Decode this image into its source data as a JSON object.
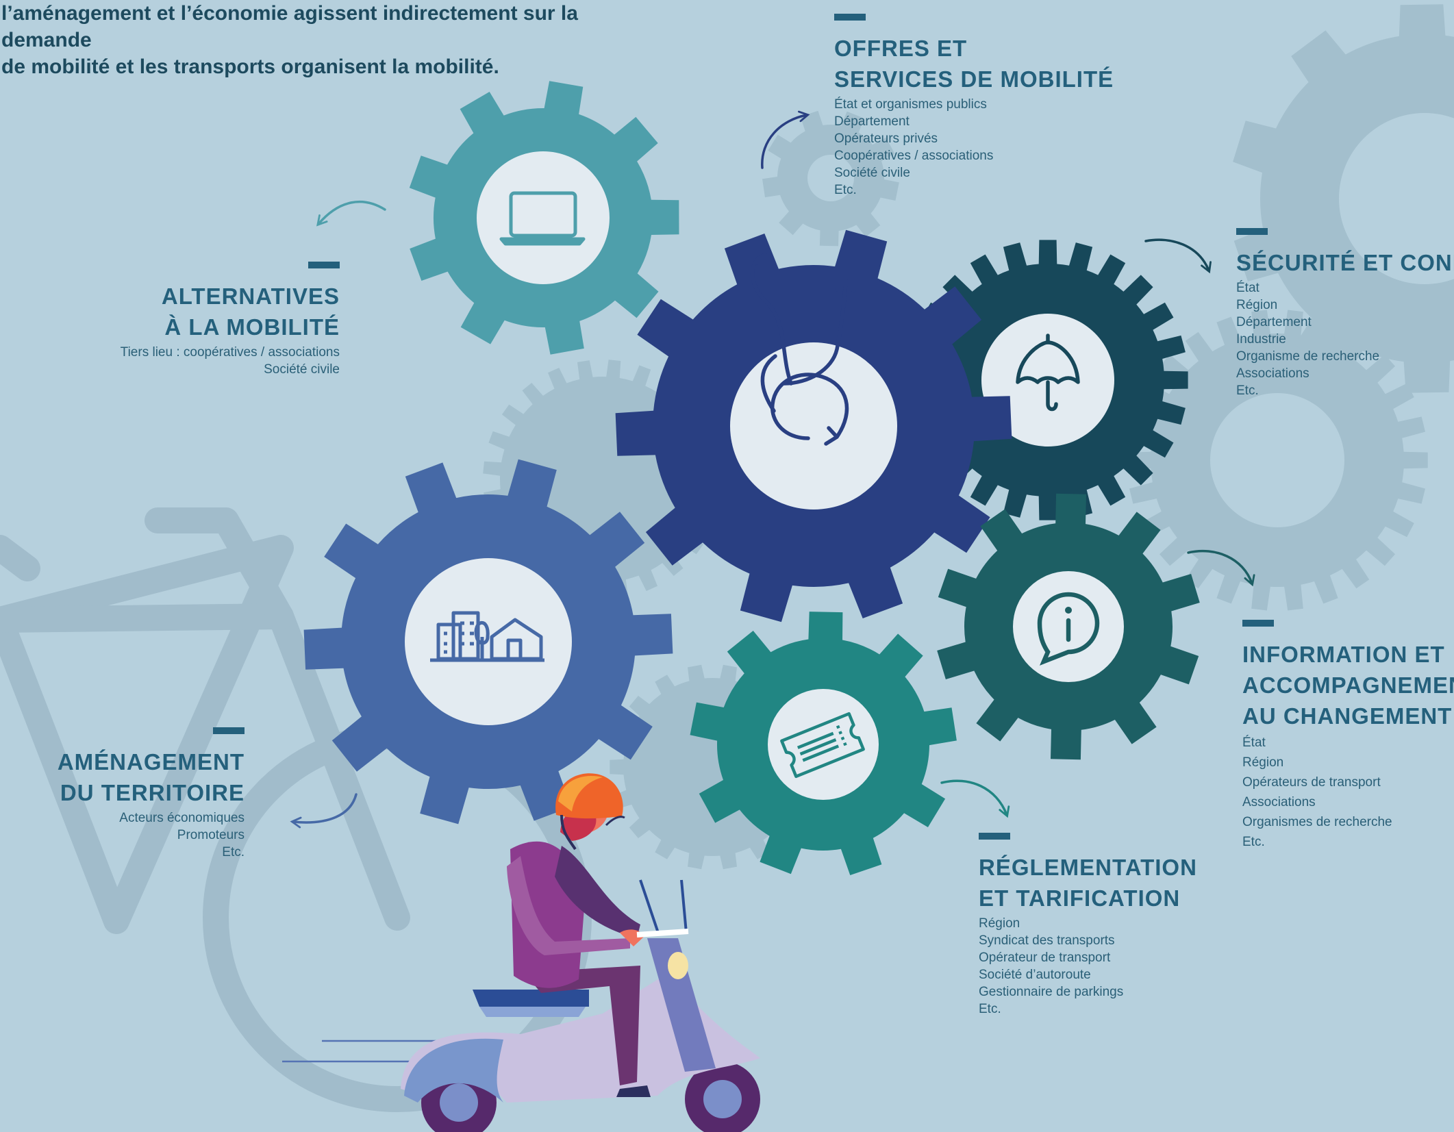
{
  "intro": {
    "line1": "l’aménagement et l’économie agissent indirectement sur la demande",
    "line2": "de mobilité et les transports organisent la mobilité."
  },
  "colors": {
    "background": "#b6d0dd",
    "gear_teal_light": "#4e9fab",
    "gear_navy": "#293f82",
    "gear_dark_teal": "#17485a",
    "gear_blue": "#4669a6",
    "gear_teal": "#218683",
    "gear_green": "#1d5f64",
    "accent": "#24607c"
  },
  "blocks": {
    "offres": {
      "title_lines": [
        "OFFRES ET",
        "SERVICES DE MOBILITÉ"
      ],
      "items": [
        "État et organismes publics",
        "Département",
        "Opérateurs privés",
        "Coopératives / associations",
        "Société civile",
        "Etc."
      ]
    },
    "alternatives": {
      "title_lines": [
        "ALTERNATIVES",
        "À LA MOBILITÉ"
      ],
      "items": [
        "Tiers lieu : coopératives / associations",
        "Société civile"
      ]
    },
    "securite": {
      "title_lines": [
        "SÉCURITÉ ET CONFORT"
      ],
      "items": [
        "État",
        "Région",
        "Département",
        "Industrie",
        "Organisme de recherche",
        "Associations",
        "Etc."
      ]
    },
    "amenagement": {
      "title_lines": [
        "AMÉNAGEMENT",
        "DU TERRITOIRE"
      ],
      "items": [
        "Acteurs économiques",
        "Promoteurs",
        "Etc."
      ]
    },
    "information": {
      "title_lines": [
        "INFORMATION ET",
        "ACCOMPAGNEMENT",
        "AU CHANGEMENT"
      ],
      "items": [
        "État",
        "Région",
        "Opérateurs de transport",
        "Associations",
        "Organismes de recherche",
        "Etc."
      ]
    },
    "reglementation": {
      "title_lines": [
        "RÉGLEMENTATION",
        "ET TARIFICATION"
      ],
      "items": [
        "Région",
        "Syndicat des transports",
        "Opérateur de transport",
        "Société d’autoroute",
        "Gestionnaire de parkings",
        "Etc."
      ]
    }
  },
  "icons": {
    "gear_offres": "laptop-icon",
    "gear_center": "mobility-arrows-icon",
    "gear_securite": "umbrella-icon",
    "gear_amenagement": "city-buildings-icon",
    "gear_reglementation": "ticket-icon",
    "gear_information": "info-icon"
  }
}
